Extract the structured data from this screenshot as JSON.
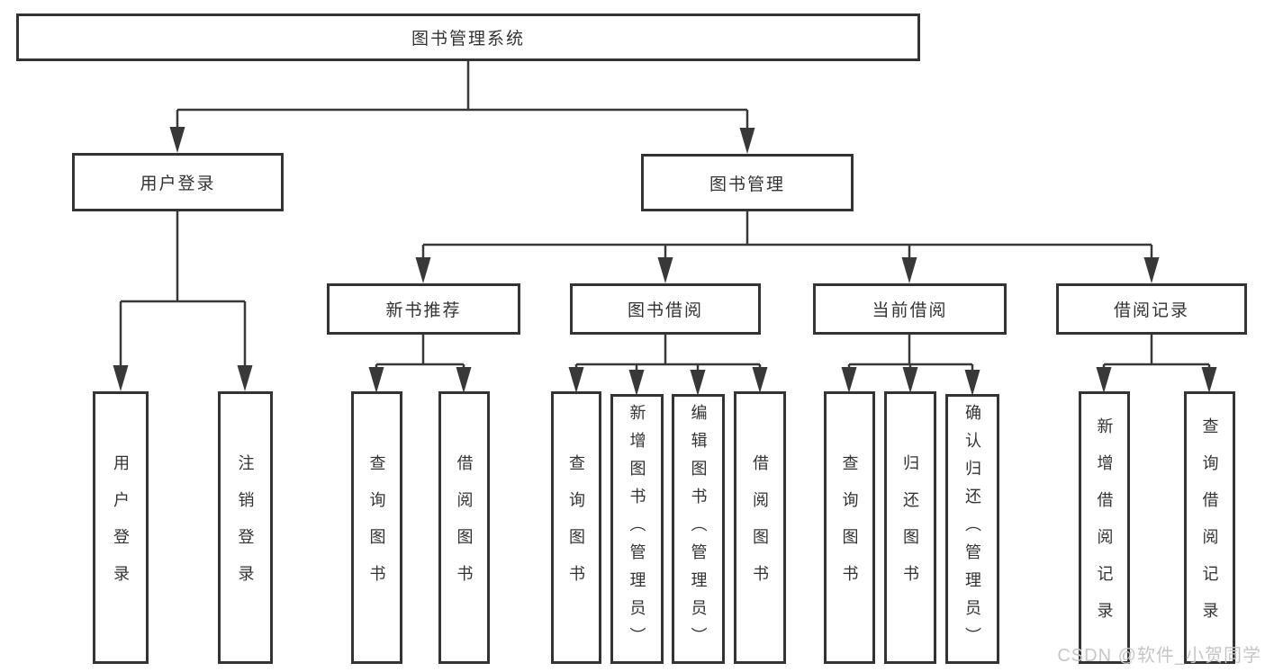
{
  "diagram": {
    "title": "图书管理系统",
    "watermark": "CSDN @软件_小贺同学",
    "colors": {
      "line": "#383838",
      "box_border": "#333333",
      "box_fill": "#ffffff",
      "text": "#333333",
      "watermark": "#c6c6c6"
    },
    "tree": {
      "label": "图书管理系统",
      "children": [
        {
          "label": "用户登录",
          "children": [
            {
              "label": "用户登录"
            },
            {
              "label": "注销登录"
            }
          ]
        },
        {
          "label": "图书管理",
          "children": [
            {
              "label": "新书推荐",
              "children": [
                {
                  "label": "查询图书"
                },
                {
                  "label": "借阅图书"
                }
              ]
            },
            {
              "label": "图书借阅",
              "children": [
                {
                  "label": "查询图书"
                },
                {
                  "label": "新增图书（管理员）"
                },
                {
                  "label": "编辑图书（管理员）"
                },
                {
                  "label": "借阅图书"
                }
              ]
            },
            {
              "label": "当前借阅",
              "children": [
                {
                  "label": "查询图书"
                },
                {
                  "label": "归还图书"
                },
                {
                  "label": "确认归还（管理员）"
                }
              ]
            },
            {
              "label": "借阅记录",
              "children": [
                {
                  "label": "新增借阅记录"
                },
                {
                  "label": "查询借阅记录"
                }
              ]
            }
          ]
        }
      ]
    }
  }
}
